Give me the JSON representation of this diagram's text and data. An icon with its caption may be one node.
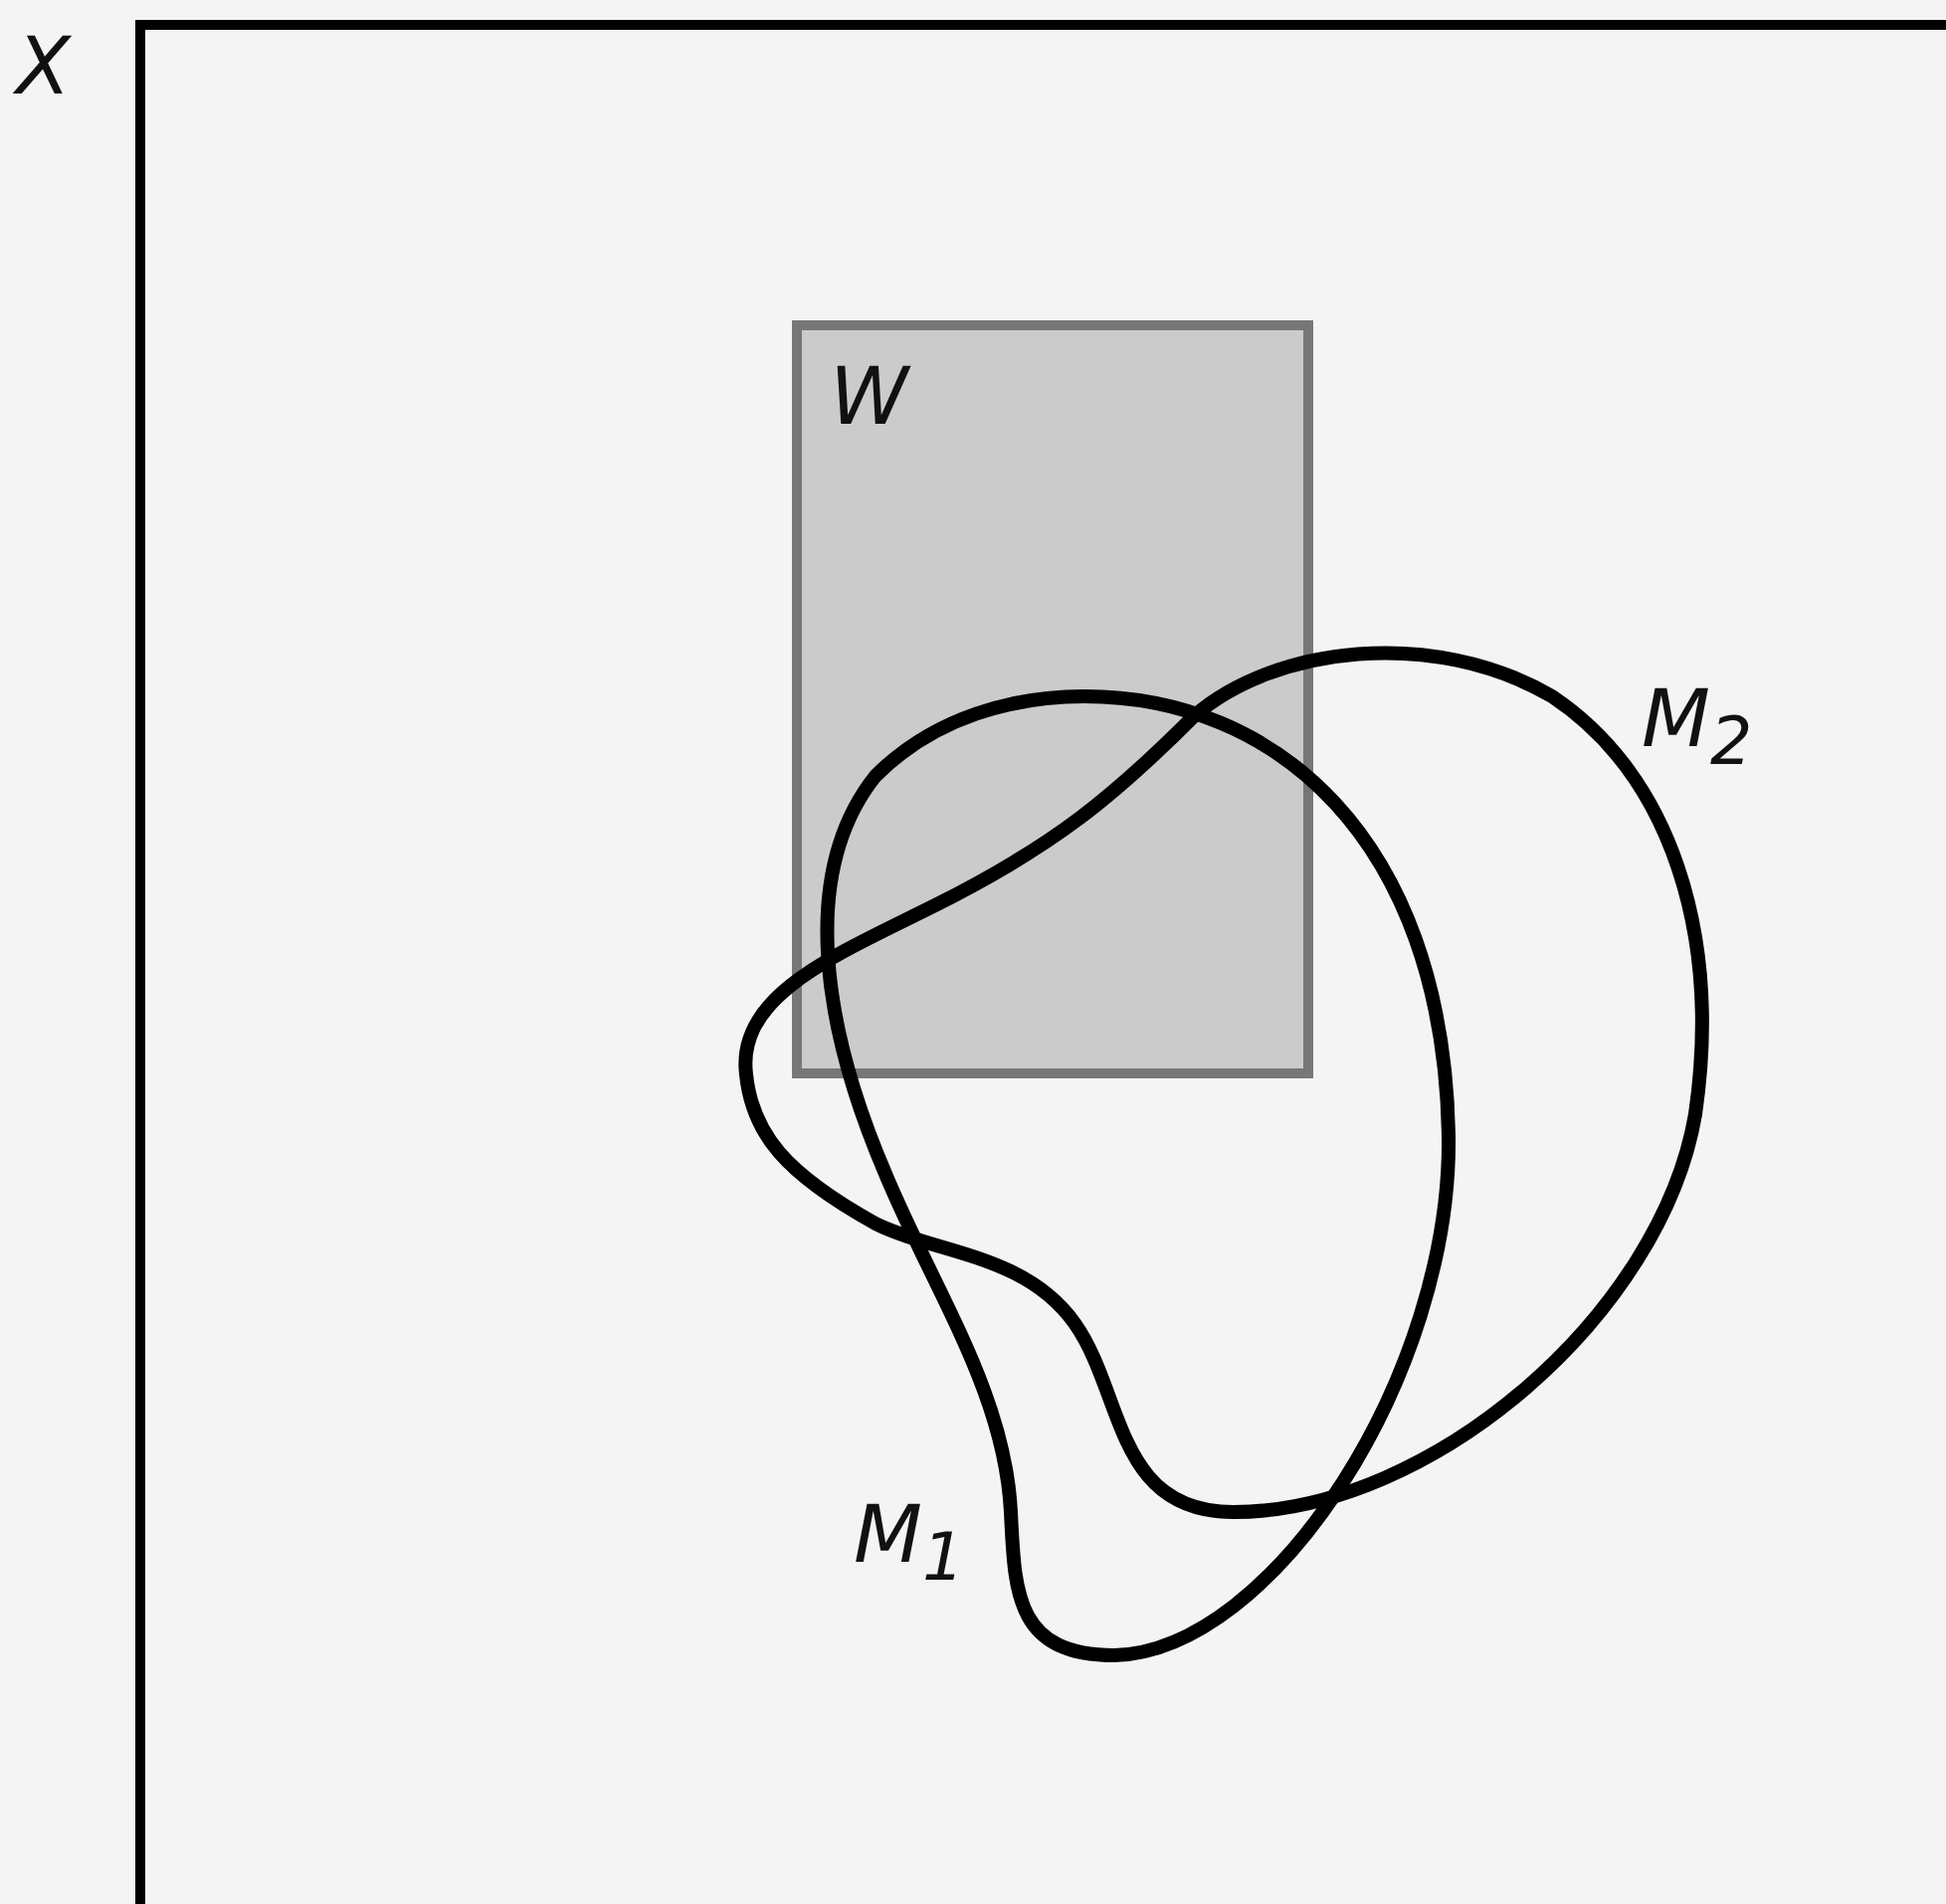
{
  "diagram": {
    "nodes": [
      {
        "text": [
          "X"
        ]
      },
      {
        "text": [
          "W"
        ],
        "in": 0
      },
      {
        "text": [
          "M$_{2}$"
        ],
        "in": 0
      },
      {
        "text": [
          "M$_{1}$"
        ],
        "in": 0
      }
    ]
  }
}
